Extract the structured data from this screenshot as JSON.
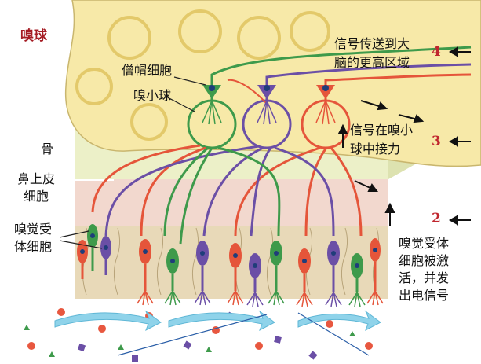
{
  "title": "嗅球",
  "labels": {
    "mitral_cell": "僧帽细胞",
    "glomerulus": "嗅小球",
    "bone": "骨",
    "epithelial_cell_line1": "鼻上皮",
    "epithelial_cell_line2": "细胞",
    "receptor_cell_line1": "嗅觉受",
    "receptor_cell_line2": "体细胞"
  },
  "steps": [
    {
      "number": "4",
      "line1": "信号传送到大",
      "line2": "脑的更高区域"
    },
    {
      "number": "3",
      "line1": "信号在嗅小",
      "line2": "球中接力"
    },
    {
      "number": "2",
      "line1": "嗅觉受体",
      "line2": "细胞被激",
      "line3": "活，并发",
      "line4": "出电信号"
    }
  ],
  "colors": {
    "bulb": "#f7e9a8",
    "bone": "#ecf0c8",
    "epithelium": "#f2d8ce",
    "tissue": "#e8d9b8",
    "green_neuron": "#3e9a4b",
    "red_neuron": "#e5553a",
    "purple_neuron": "#6b4fa6",
    "number_red": "#c0262e"
  }
}
